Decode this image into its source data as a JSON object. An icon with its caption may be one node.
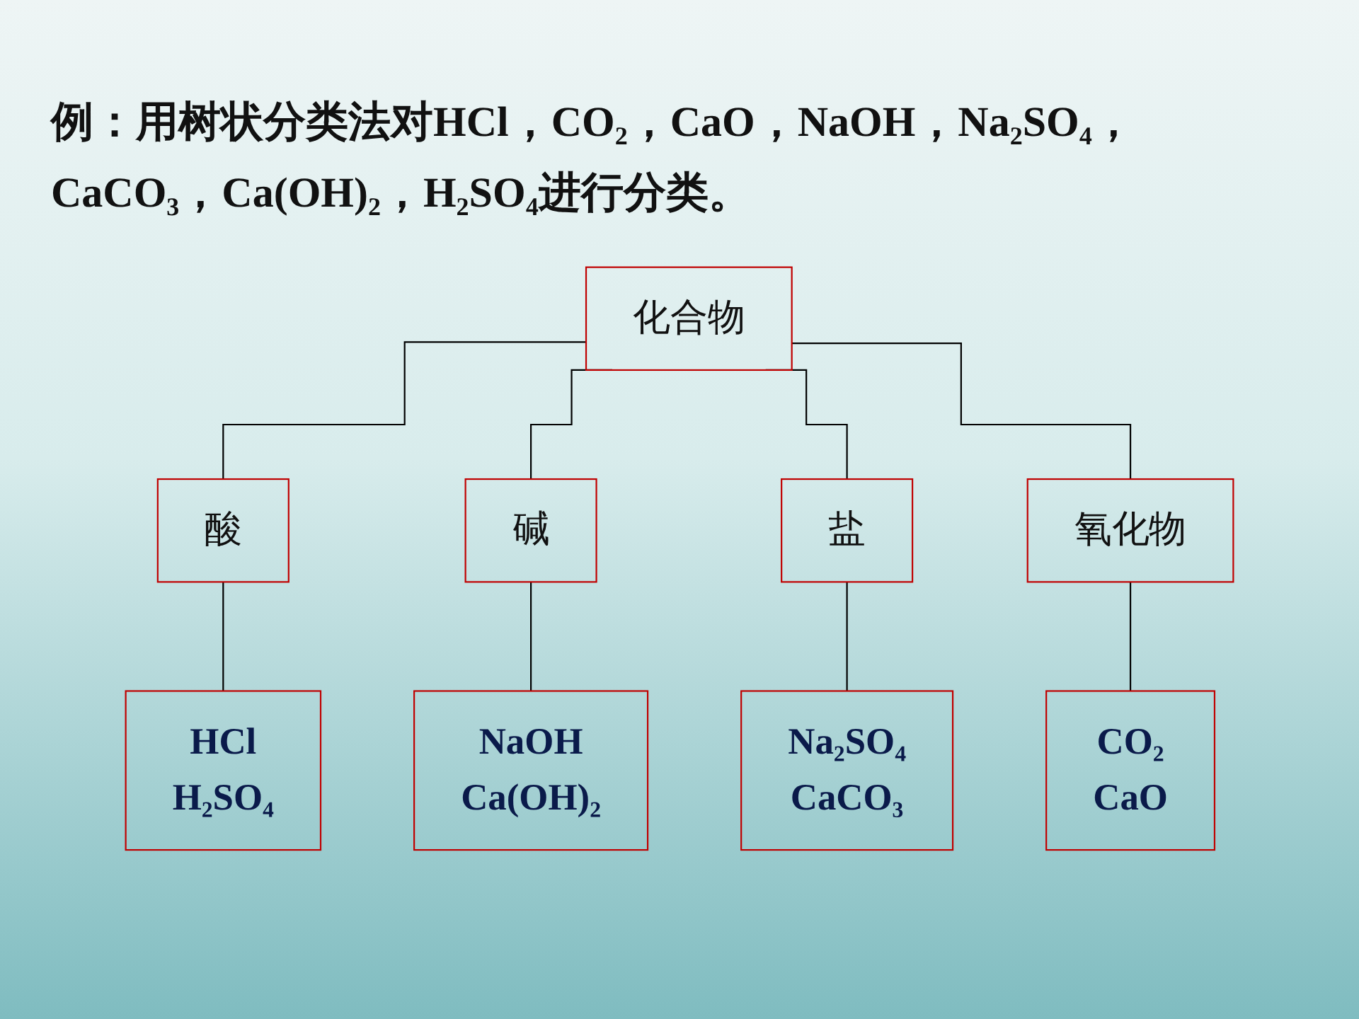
{
  "diagram": {
    "title": "例：用树状分类法对HCl，CO₂，CaO，NaOH，Na₂SO₄，CaCO₃，Ca(OH)₂，H₂SO₄进行分类。",
    "nodes": [
      {
        "text": [
          "化合物"
        ]
      },
      {
        "text": [
          "酸"
        ]
      },
      {
        "text": [
          "碱"
        ]
      },
      {
        "text": [
          "盐"
        ]
      },
      {
        "text": [
          "氧化物"
        ]
      },
      {
        "text": [
          "HCl",
          "H₂SO₄"
        ]
      },
      {
        "text": [
          "NaOH",
          "Ca(OH)₂"
        ]
      },
      {
        "text": [
          "Na₂SO₄",
          "CaCO₃"
        ]
      },
      {
        "text": [
          "CO₂",
          "CaO"
        ]
      }
    ],
    "edges": [
      {
        "from": 0,
        "to": 1,
        "arrow": "none"
      },
      {
        "from": 0,
        "to": 2,
        "arrow": "none"
      },
      {
        "from": 0,
        "to": 3,
        "arrow": "none"
      },
      {
        "from": 0,
        "to": 4,
        "arrow": "none"
      },
      {
        "from": 1,
        "to": 5,
        "arrow": "none"
      },
      {
        "from": 2,
        "to": 6,
        "arrow": "none"
      },
      {
        "from": 3,
        "to": 7,
        "arrow": "none"
      },
      {
        "from": 4,
        "to": 8,
        "arrow": "none"
      }
    ]
  }
}
